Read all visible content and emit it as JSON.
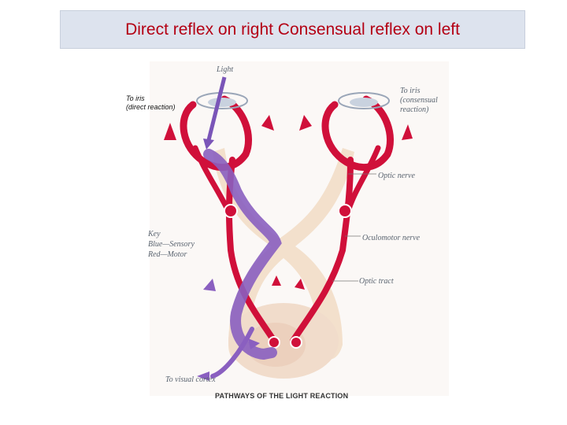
{
  "title": "Direct reflex on right Consensual reflex on left",
  "labels": {
    "light": "Light",
    "to_iris_direct_line1": "To iris",
    "to_iris_direct_line2": "(direct reaction)",
    "to_iris_consensual_line1": "To iris",
    "to_iris_consensual_line2": "(consensual",
    "to_iris_consensual_line3": "reaction)",
    "optic_nerve": "Optic nerve",
    "oculomotor_nerve": "Oculomotor nerve",
    "optic_tract": "Optic tract",
    "key": "Key",
    "key_blue": "Blue—Sensory",
    "key_red": "Red—Motor",
    "to_visual_cortex": "To visual cortex"
  },
  "caption": "PATHWAYS OF THE LIGHT REACTION",
  "colors": {
    "title_text": "#b40014",
    "title_bg": "#dde3ee",
    "motor_red": "#d0103a",
    "sensory_blue": "#8a5fc0",
    "optic_beige": "#f3e0cc"
  }
}
